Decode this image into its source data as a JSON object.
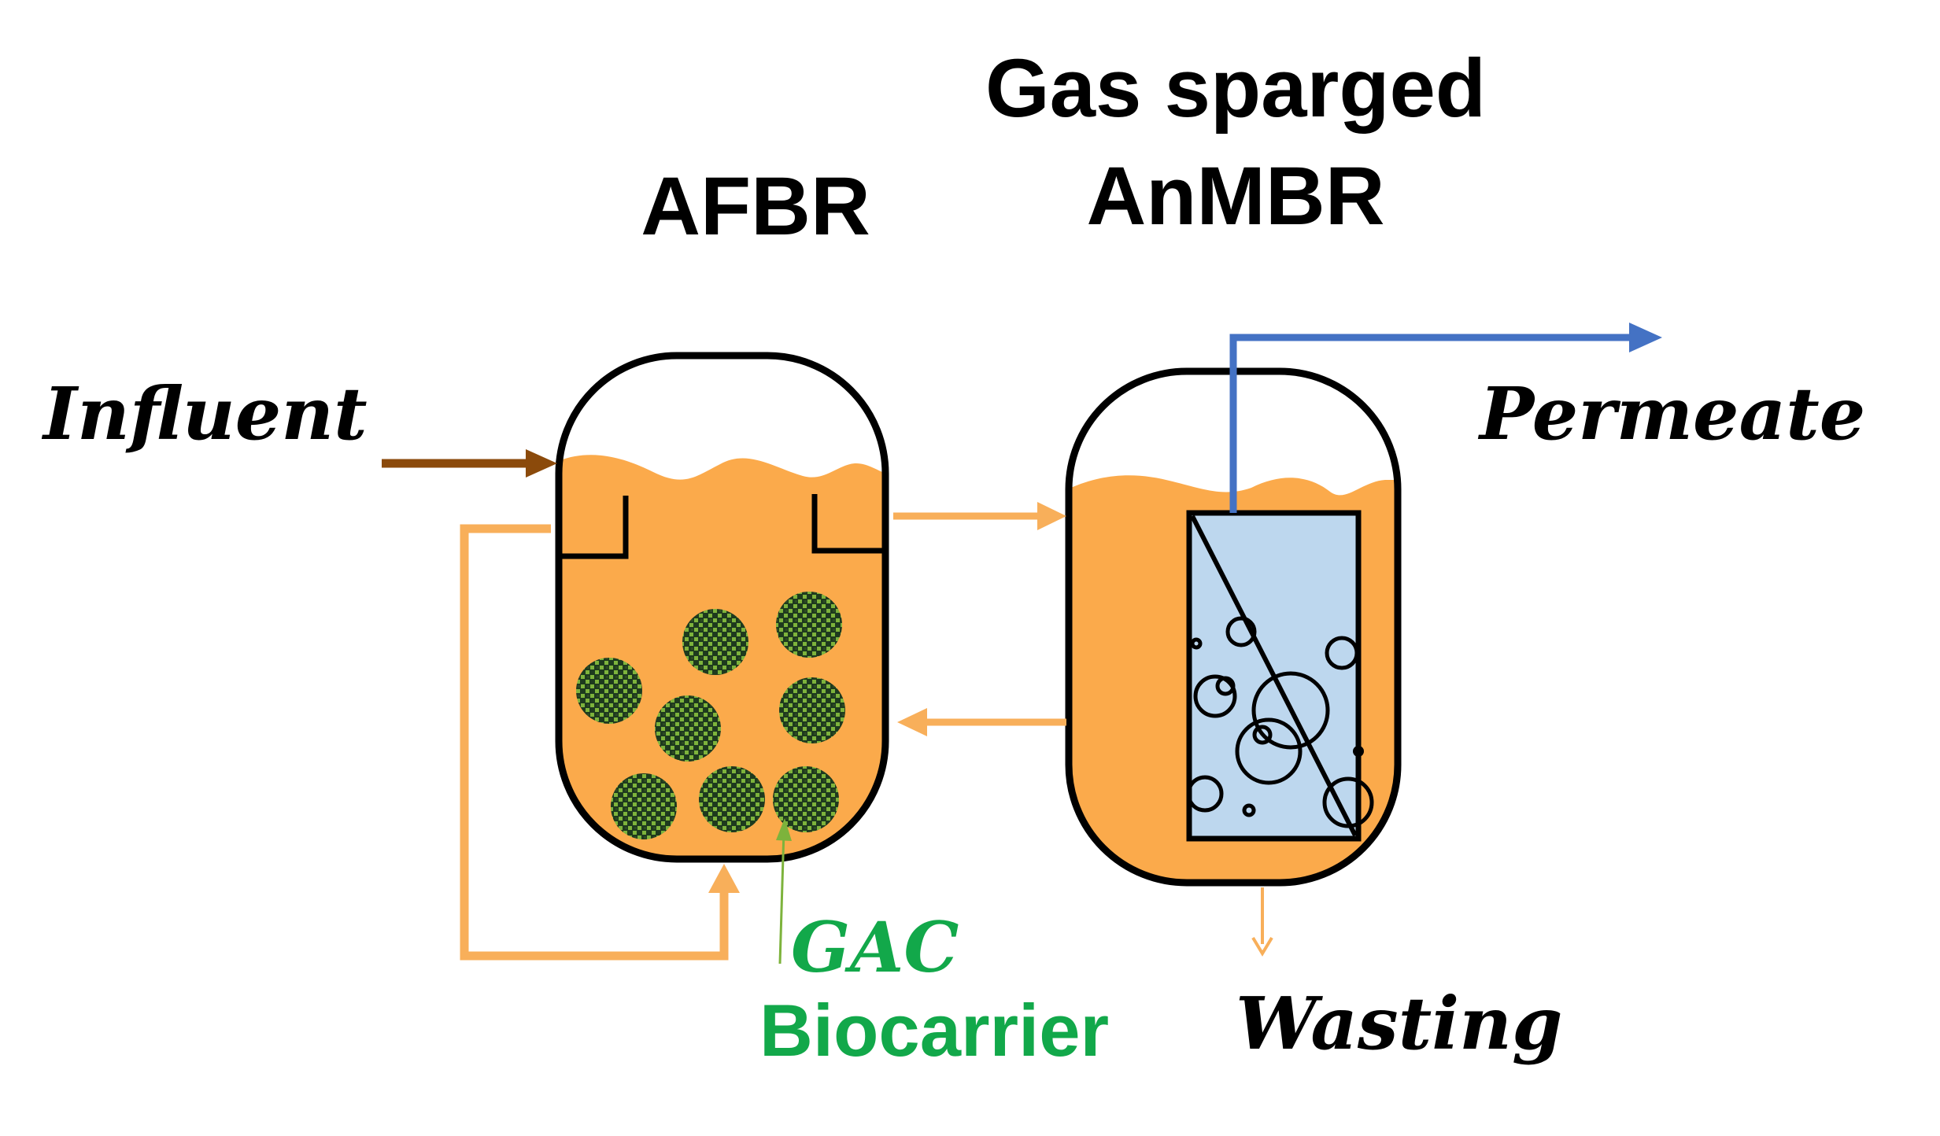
{
  "labels": {
    "afbr": "AFBR",
    "anmbr_line1": "Gas sparged",
    "anmbr_line2": "AnMBR",
    "influent": "Influent",
    "permeate": "Permeate",
    "wasting": "Wasting",
    "gac": "GAC",
    "biocarrier": "Biocarrier"
  },
  "colors": {
    "liquid": "#FBAA4B",
    "recycle_arrow": "#F8AF5A",
    "influent_arrow": "#8B4A0B",
    "permeate_line": "#4472C4",
    "membrane_fill": "#BDD7EE",
    "gac_text": "#12A84A",
    "gac_granule_dark": "#1E3A1E",
    "gac_granule_light": "#7DB33C",
    "outline": "#000000"
  },
  "icons": {
    "gac_granule": "gac-granule-icon",
    "gas_bubble": "gas-bubble-icon",
    "membrane_module": "membrane-module-icon"
  }
}
